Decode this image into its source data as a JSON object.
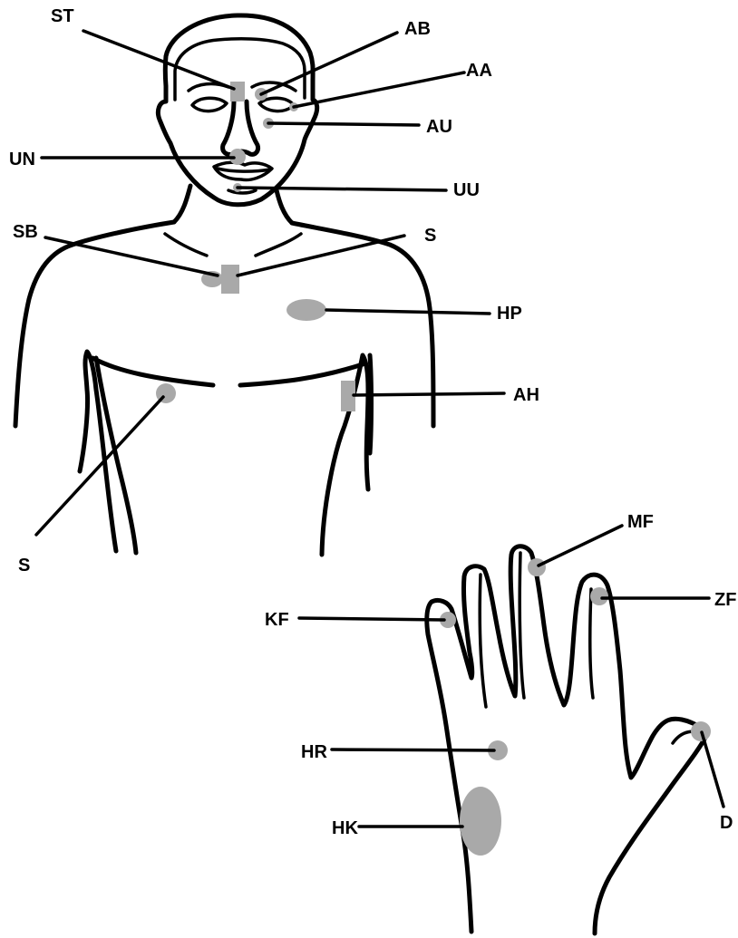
{
  "colors": {
    "outline": "#000000",
    "spot": "#a9a9a9",
    "background": "#ffffff"
  },
  "labels": {
    "st": "ST",
    "ab": "AB",
    "aa": "AA",
    "au": "AU",
    "un": "UN",
    "uu": "UU",
    "sb": "SB",
    "s_right": "S",
    "hp": "HP",
    "ah": "AH",
    "s_left": "S",
    "mf": "MF",
    "zf": "ZF",
    "kf": "KF",
    "hr": "HR",
    "hk": "HK",
    "d": "D"
  }
}
